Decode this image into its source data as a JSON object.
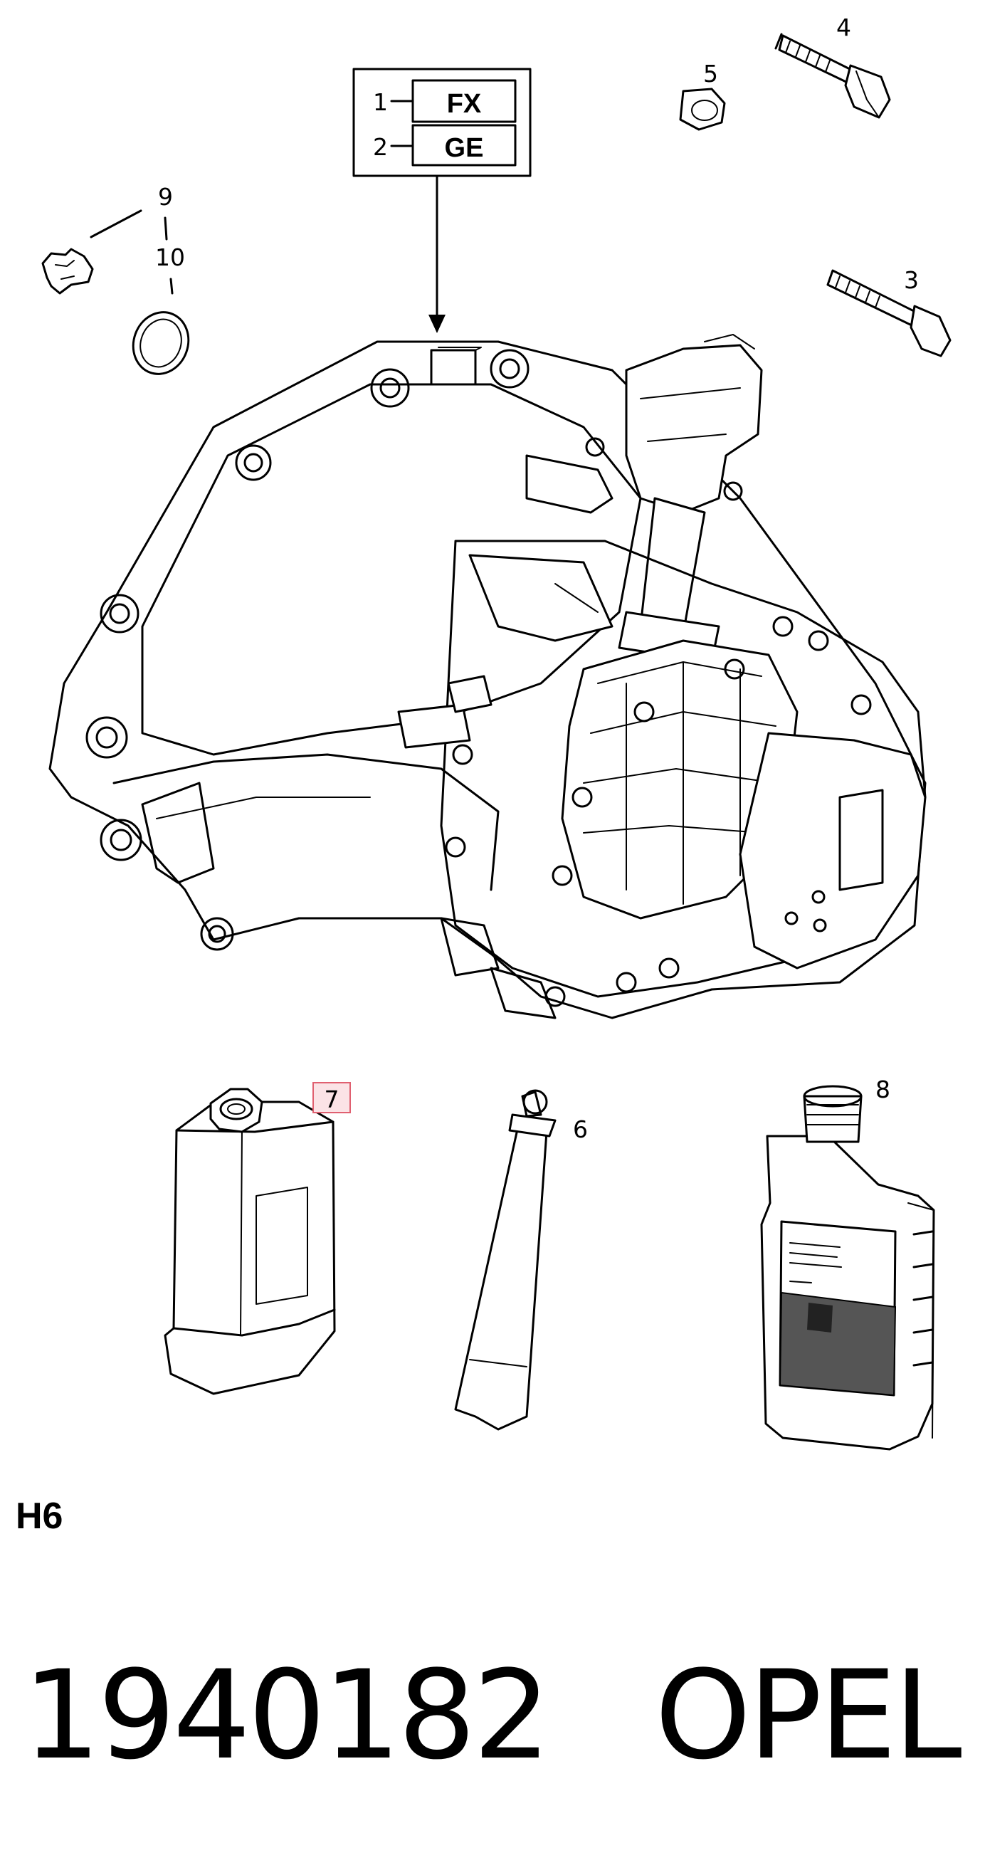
{
  "variants": [
    {
      "index": "1",
      "code": "FX"
    },
    {
      "index": "2",
      "code": "GE"
    }
  ],
  "callouts": {
    "c3": "3",
    "c4": "4",
    "c5": "5",
    "c6": "6",
    "c7": "7",
    "c8": "8",
    "c9": "9",
    "c10": "10"
  },
  "highlighted_callout": "7",
  "highlight_color": "#e06070",
  "section_label": "H6",
  "part_number": "1940182",
  "brand": "OPEL"
}
